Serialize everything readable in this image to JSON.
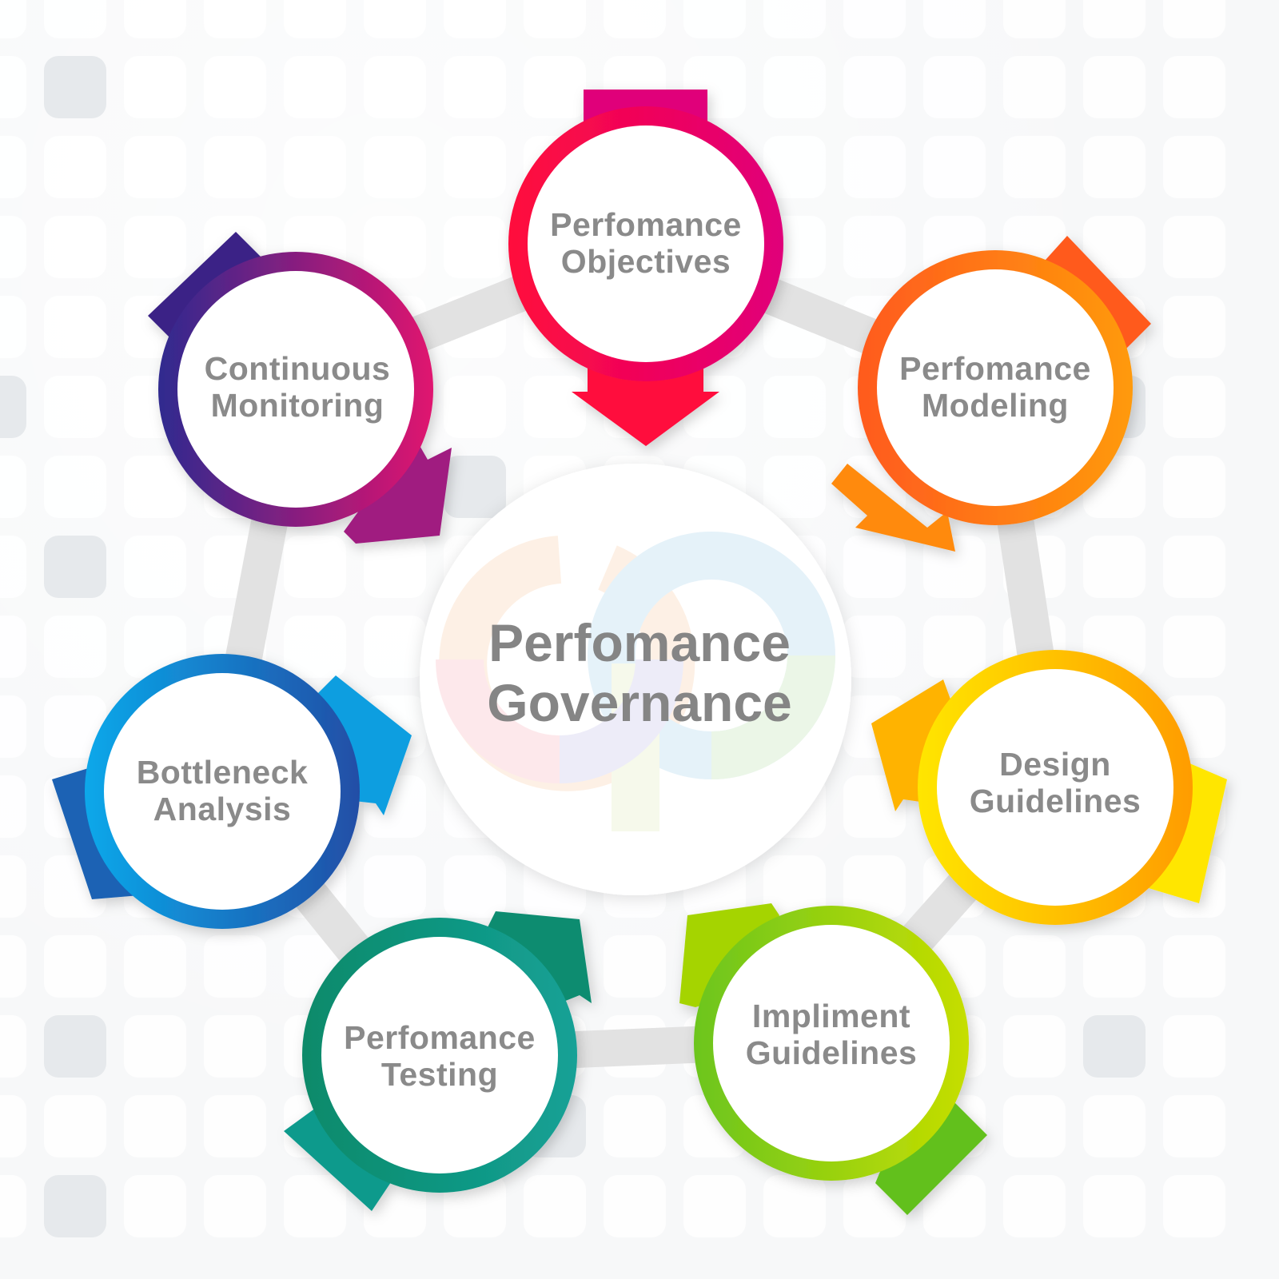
{
  "diagram": {
    "title": "Perfomance Governance",
    "center": {
      "line1": "Perfomance",
      "line2": "Governance"
    },
    "nodes": [
      {
        "id": "objectives",
        "line1": "Perfomance",
        "line2": "Objectives",
        "colors": [
          "#ff0a3c",
          "#e0007a"
        ],
        "arrow_direction": "down"
      },
      {
        "id": "modeling",
        "line1": "Perfomance",
        "line2": "Modeling",
        "colors": [
          "#ff5a1f",
          "#ff9a0a"
        ],
        "arrow_direction": "down-left"
      },
      {
        "id": "design",
        "line1": "Design",
        "line2": "Guidelines",
        "colors": [
          "#ffe600",
          "#ff9c00"
        ],
        "arrow_direction": "left"
      },
      {
        "id": "impliment",
        "line1": "Impliment",
        "line2": "Guidelines",
        "colors": [
          "#6cc51e",
          "#c6de00"
        ],
        "arrow_direction": "up-left"
      },
      {
        "id": "testing",
        "line1": "Perfomance",
        "line2": "Testing",
        "colors": [
          "#0b8f6e",
          "#13a091"
        ],
        "arrow_direction": "up-right"
      },
      {
        "id": "bottleneck",
        "line1": "Bottleneck",
        "line2": "Analysis",
        "colors": [
          "#0aa6e8",
          "#2150a8"
        ],
        "arrow_direction": "right"
      },
      {
        "id": "monitoring",
        "line1": "Continuous",
        "line2": "Monitoring",
        "colors": [
          "#2f2a8f",
          "#e0136f"
        ],
        "arrow_direction": "down-right"
      }
    ],
    "connector_color": "#e2e2e2",
    "text_color": "#8a8a8a"
  }
}
